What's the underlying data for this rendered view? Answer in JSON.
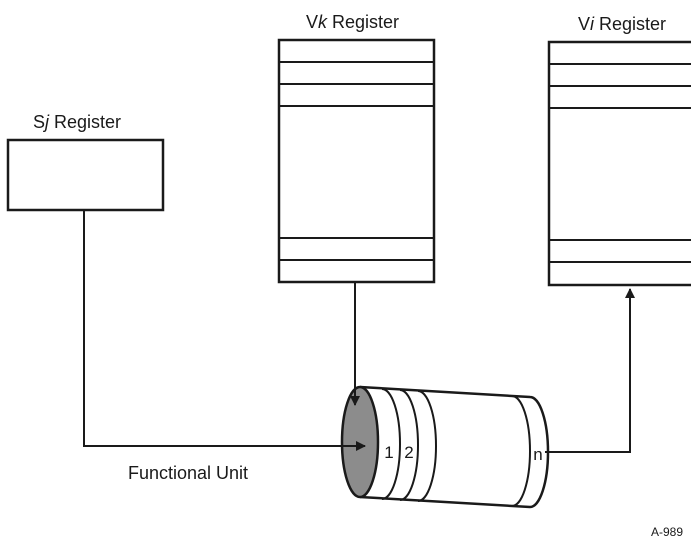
{
  "diagram": {
    "sj_register": {
      "prefix": "S",
      "index": "j",
      "suffix": " Register"
    },
    "vk_register": {
      "prefix": "V",
      "index": "k",
      "suffix": " Register"
    },
    "vi_register": {
      "prefix": "V",
      "index": "i",
      "suffix": " Register"
    },
    "functional_unit": {
      "label": "Functional Unit",
      "segments": [
        "1",
        "2",
        "n"
      ]
    },
    "figure_id": "A-989"
  },
  "colors": {
    "line": "#1a1a1a",
    "unit_face_fill": "#8c8c8c",
    "background": "#ffffff"
  }
}
